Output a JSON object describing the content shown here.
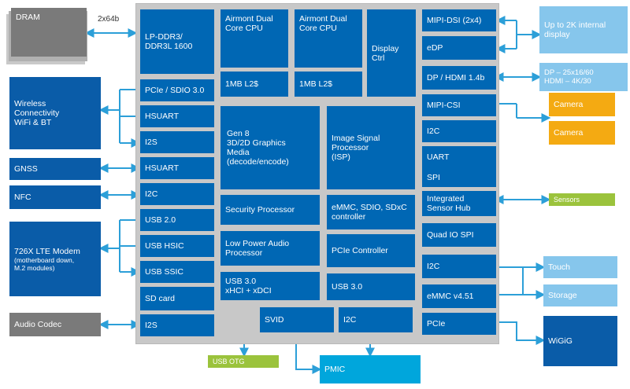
{
  "blocks": {
    "dram": "DRAM",
    "dram_bus": "2x64b",
    "lpddr": "LP-DDR3/\nDDR3L  1600",
    "pcie_sdio": "PCIe / SDIO 3.0",
    "hsuart1": "HSUART",
    "i2s1": "I2S",
    "hsuart2": "HSUART",
    "i2c_left": "I2C",
    "usb2": "USB 2.0",
    "usb_hsic": "USB HSIC",
    "usb_ssic": "USB SSIC",
    "sd_card": "SD card",
    "i2s2": "I2S",
    "cpu1": "Airmont Dual\nCore CPU",
    "cpu2": "Airmont Dual\nCore CPU",
    "l2_1": "1MB L2$",
    "l2_2": "1MB L2$",
    "display_ctrl": "Display\nCtrl",
    "gpu": "Gen 8\n3D/2D Graphics\nMedia\n(decode/encode)",
    "isp": "Image Signal\nProcessor\n(ISP)",
    "security": "Security Processor",
    "emmc_sdio": "eMMC, SDIO, SDxC\ncontroller",
    "lp_audio": "Low Power Audio\nProcessor",
    "pcie_ctrl": "PCIe Controller",
    "usb3_xhci": "USB 3.0\nxHCI + xDCI",
    "usb3": "USB 3.0",
    "svid": "SVID",
    "i2c_bottom": "I2C",
    "mipi_dsi": "MIPI-DSI (2x4)",
    "edp": "eDP",
    "dp_hdmi": "DP / HDMI 1.4b",
    "mipi_csi": "MIPI-CSI",
    "i2c_r1": "I2C",
    "uart": "UART",
    "spi": "SPI",
    "sensor_hub": "Integrated\nSensor Hub",
    "quad_spi": "Quad IO SPI",
    "i2c_r2": "I2C",
    "emmc_451": "eMMC  v4.51",
    "pcie_right": "PCIe"
  },
  "external": {
    "wireless": "Wireless\nConnectivity\nWiFi & BT",
    "gnss": "GNSS",
    "nfc": "NFC",
    "modem": "726X LTE Modem",
    "modem_note": "(motherboard down,\nM.2 modules)",
    "audio_codec": "Audio Codec",
    "display_2k": "Up to 2K internal\ndisplay",
    "dp_out": "DP – 25x16/60\nHDMI – 4K/30",
    "camera1": "Camera",
    "camera2": "Camera",
    "sensors": "Sensors",
    "touch": "Touch",
    "storage": "Storage",
    "wigig": "WiGiG",
    "usb_otg": "USB OTG",
    "pmic": "PMIC"
  },
  "colors": {
    "soc_block": "#0067b4",
    "chip_background": "#c8c8c8",
    "connector": "#2c9fd8",
    "camera": "#f4aa12",
    "sensors_bar": "#9bc33c",
    "peripheral_light": "#86c6ec",
    "gray_external": "#7a7a7a",
    "pmic": "#00a6dc"
  }
}
